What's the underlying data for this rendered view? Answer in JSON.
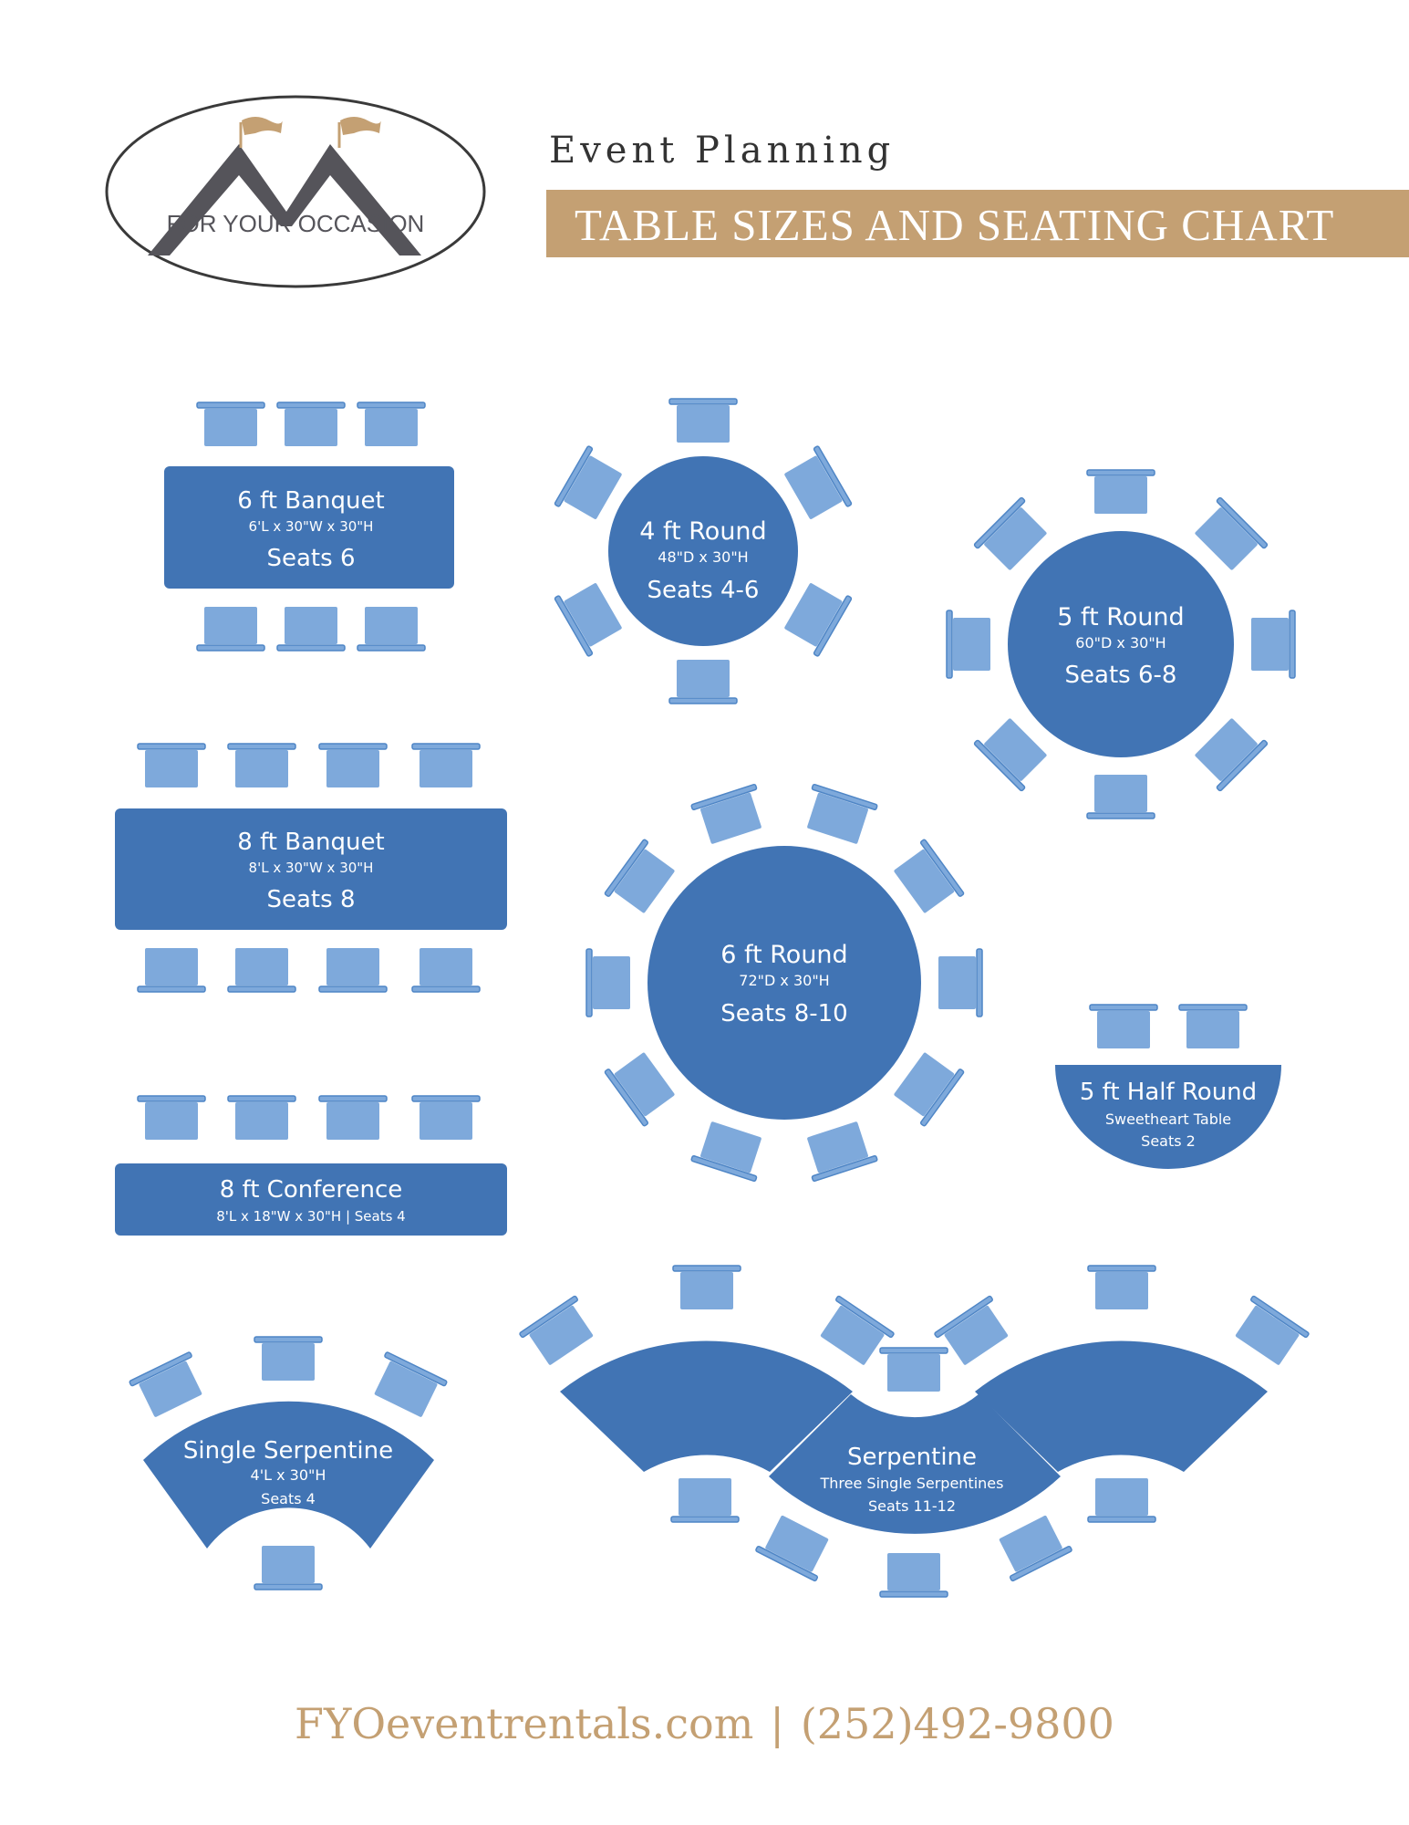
{
  "brand": {
    "logo_text": "FOR YOUR OCCASION",
    "colors": {
      "gold": "#C4A073",
      "dark": "#55545A"
    }
  },
  "header": {
    "subtitle": "Event Planning",
    "title": "TABLE SIZES AND SEATING CHART"
  },
  "colors": {
    "table": "#4174B4",
    "chair": "#7EA9DB",
    "chair_stroke": "#4F86C6"
  },
  "tables": {
    "banquet6": {
      "name": "6 ft Banquet",
      "dims": "6'L x 30\"W x 30\"H",
      "seats": "Seats 6"
    },
    "round4": {
      "name": "4 ft Round",
      "dims": "48\"D x 30\"H",
      "seats": "Seats 4-6"
    },
    "round5": {
      "name": "5 ft Round",
      "dims": "60\"D x 30\"H",
      "seats": "Seats 6-8"
    },
    "banquet8": {
      "name": "8 ft Banquet",
      "dims": "8'L x 30\"W x 30\"H",
      "seats": "Seats 8"
    },
    "round6": {
      "name": "6 ft Round",
      "dims": "72\"D x 30\"H",
      "seats": "Seats 8-10"
    },
    "halfround": {
      "name": "5 ft Half Round",
      "dims": "Sweetheart Table",
      "seats": "Seats 2"
    },
    "conference": {
      "name": "8 ft Conference",
      "dims": "8'L x 18\"W x 30\"H  |  Seats 4"
    },
    "single": {
      "name": "Single Serpentine",
      "dims": "4'L x 30\"H",
      "seats": "Seats 4"
    },
    "serpentine": {
      "name": "Serpentine",
      "dims": "Three Single Serpentines",
      "seats": "Seats 11-12"
    }
  },
  "footer": {
    "website": "FYOeventrentals.com",
    "phone": "(252)492-9800"
  }
}
